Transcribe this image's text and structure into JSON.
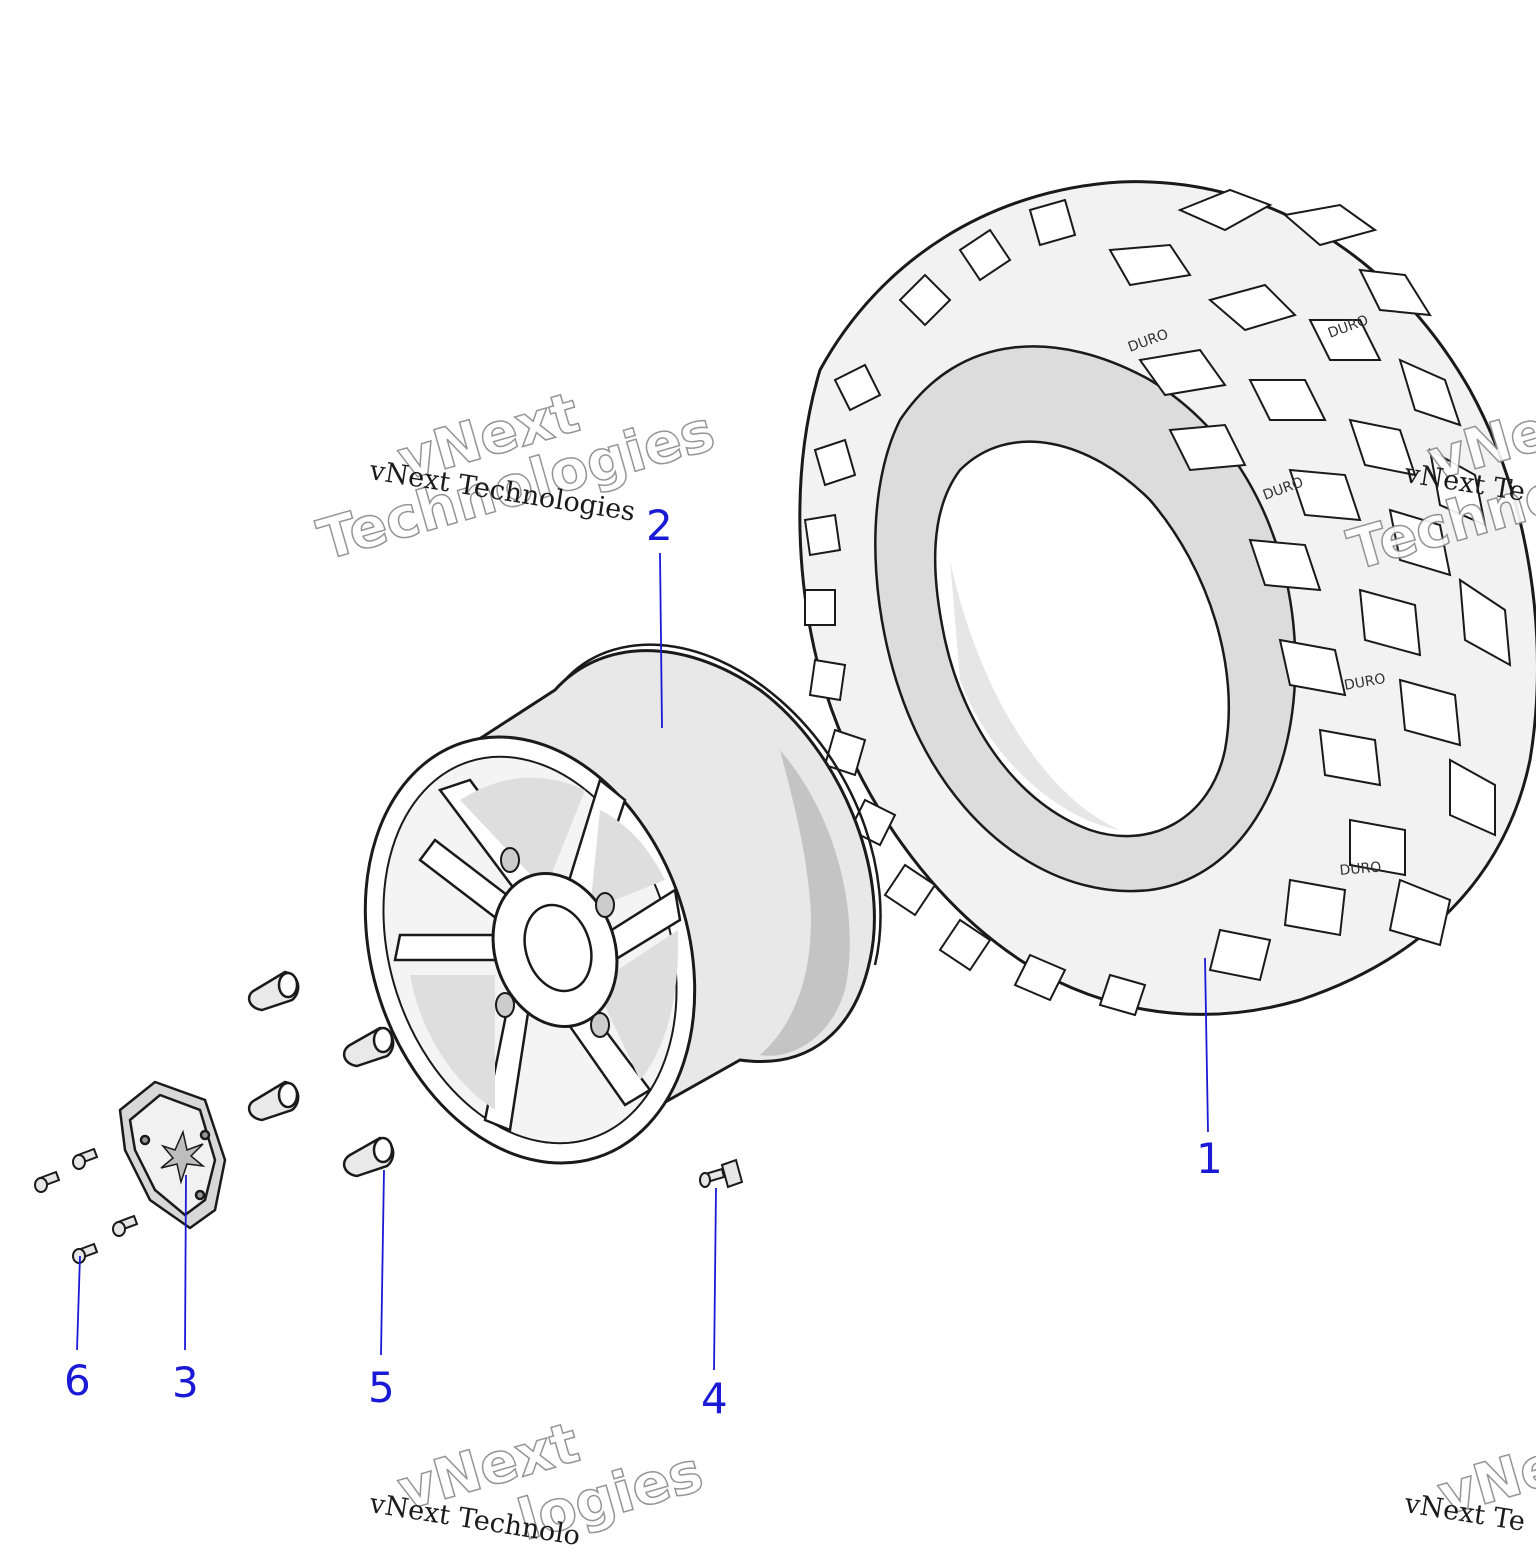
{
  "callouts": [
    {
      "id": "1",
      "label": "1"
    },
    {
      "id": "2",
      "label": "2"
    },
    {
      "id": "3",
      "label": "3"
    },
    {
      "id": "4",
      "label": "4"
    },
    {
      "id": "5",
      "label": "5"
    },
    {
      "id": "6",
      "label": "6"
    }
  ],
  "watermark": {
    "line": "vNext Technologies",
    "big_word_1": "vNext",
    "big_word_2": "Technologies",
    "right_line": "vNext Te",
    "right_big": "Technol",
    "right_big_top": "vNe",
    "right_bottom_big": "vNe",
    "bottom_line": "vNext Technolo",
    "bottom_big_1": "vNext",
    "bottom_big_2": "logies"
  },
  "tire_text": "DURO",
  "colors": {
    "callout": "#1a1ad6",
    "line": "#1a1a1a",
    "shade": "#d9d9d9",
    "dark_shade": "#bdbdbd"
  }
}
